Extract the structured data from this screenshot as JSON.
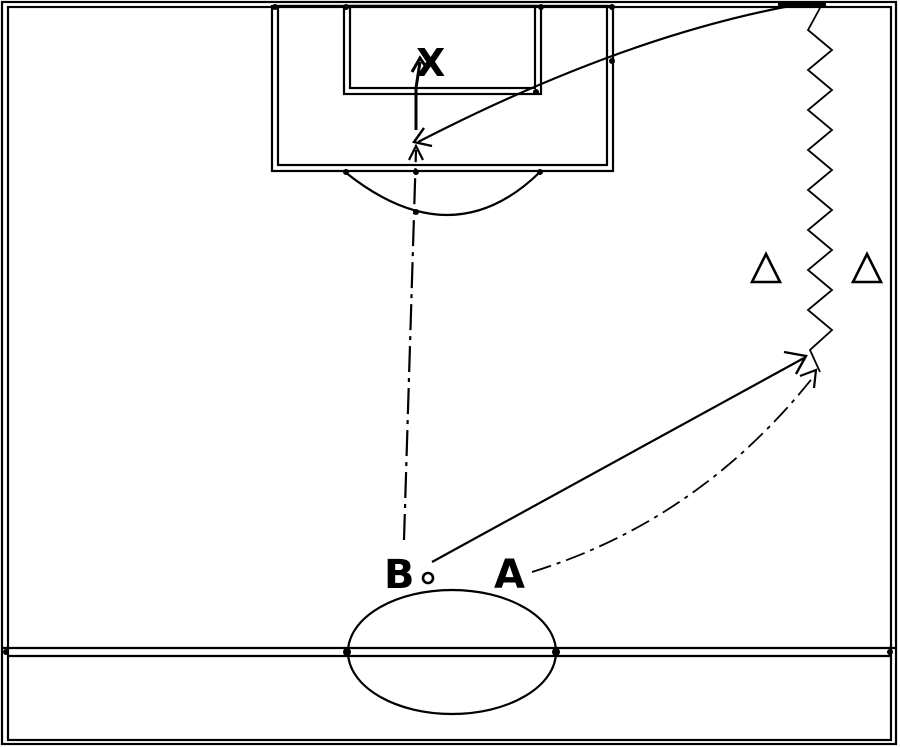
{
  "diagram": {
    "labels": {
      "player_a": "A",
      "player_b": "B",
      "player_x": "X"
    },
    "icons": {
      "cone": "triangle-cone",
      "ball": "ball"
    },
    "colors": {
      "background": "#ffffff",
      "lines": "#000000"
    }
  }
}
